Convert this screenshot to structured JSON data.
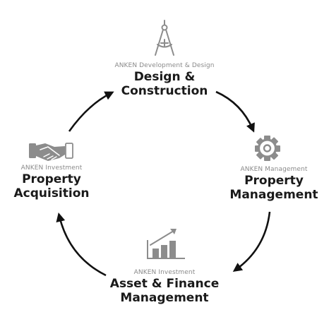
{
  "nodes": {
    "design": {
      "subtitle": "ANKEN Development & Design",
      "title_line1": "Design &",
      "title_line2": "Construction",
      "icon": "compass-drafting-icon"
    },
    "management": {
      "subtitle": "ANKEN Management",
      "title_line1": "Property",
      "title_line2": "Management",
      "icon": "gear-icon"
    },
    "asset": {
      "subtitle": "ANKEN Investment",
      "title_line1": "Asset & Finance",
      "title_line2": "Management",
      "icon": "bar-chart-growth-icon"
    },
    "acquisition": {
      "subtitle": "ANKEN Investment",
      "title_line1": "Property",
      "title_line2": "Acquisition",
      "icon": "handshake-icon"
    }
  },
  "colors": {
    "text": "#1a1a1a",
    "subtitle": "#8a8a8a",
    "icon": "#8c8c8c",
    "arrow": "#111111"
  }
}
